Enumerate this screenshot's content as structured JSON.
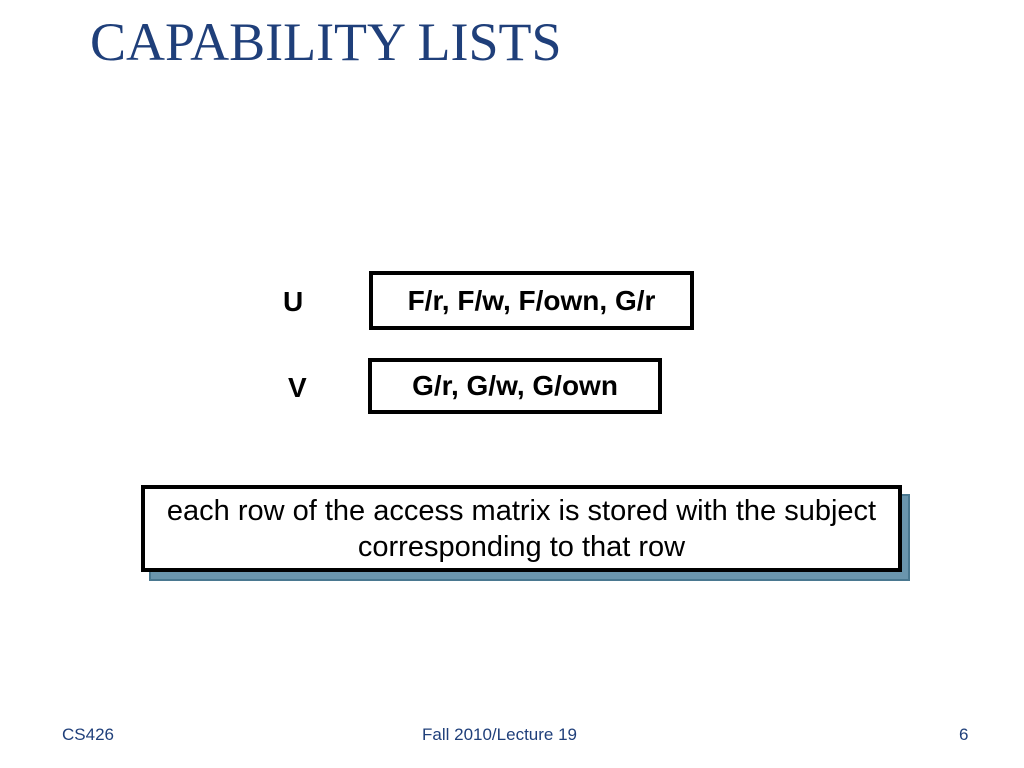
{
  "slide": {
    "title": "CAPABILITY LISTS",
    "capabilities": [
      {
        "subject": "U",
        "list": "F/r, F/w, F/own, G/r"
      },
      {
        "subject": "V",
        "list": "G/r, G/w, G/own"
      }
    ],
    "note": "each row of the access matrix is stored with the subject corresponding to that row"
  },
  "footer": {
    "course": "CS426",
    "lecture": "Fall 2010/Lecture 19",
    "page_number": "6"
  },
  "colors": {
    "title": "#1f3f7a",
    "footer": "#1f3f7a",
    "note_shadow": "#6a95ad"
  }
}
